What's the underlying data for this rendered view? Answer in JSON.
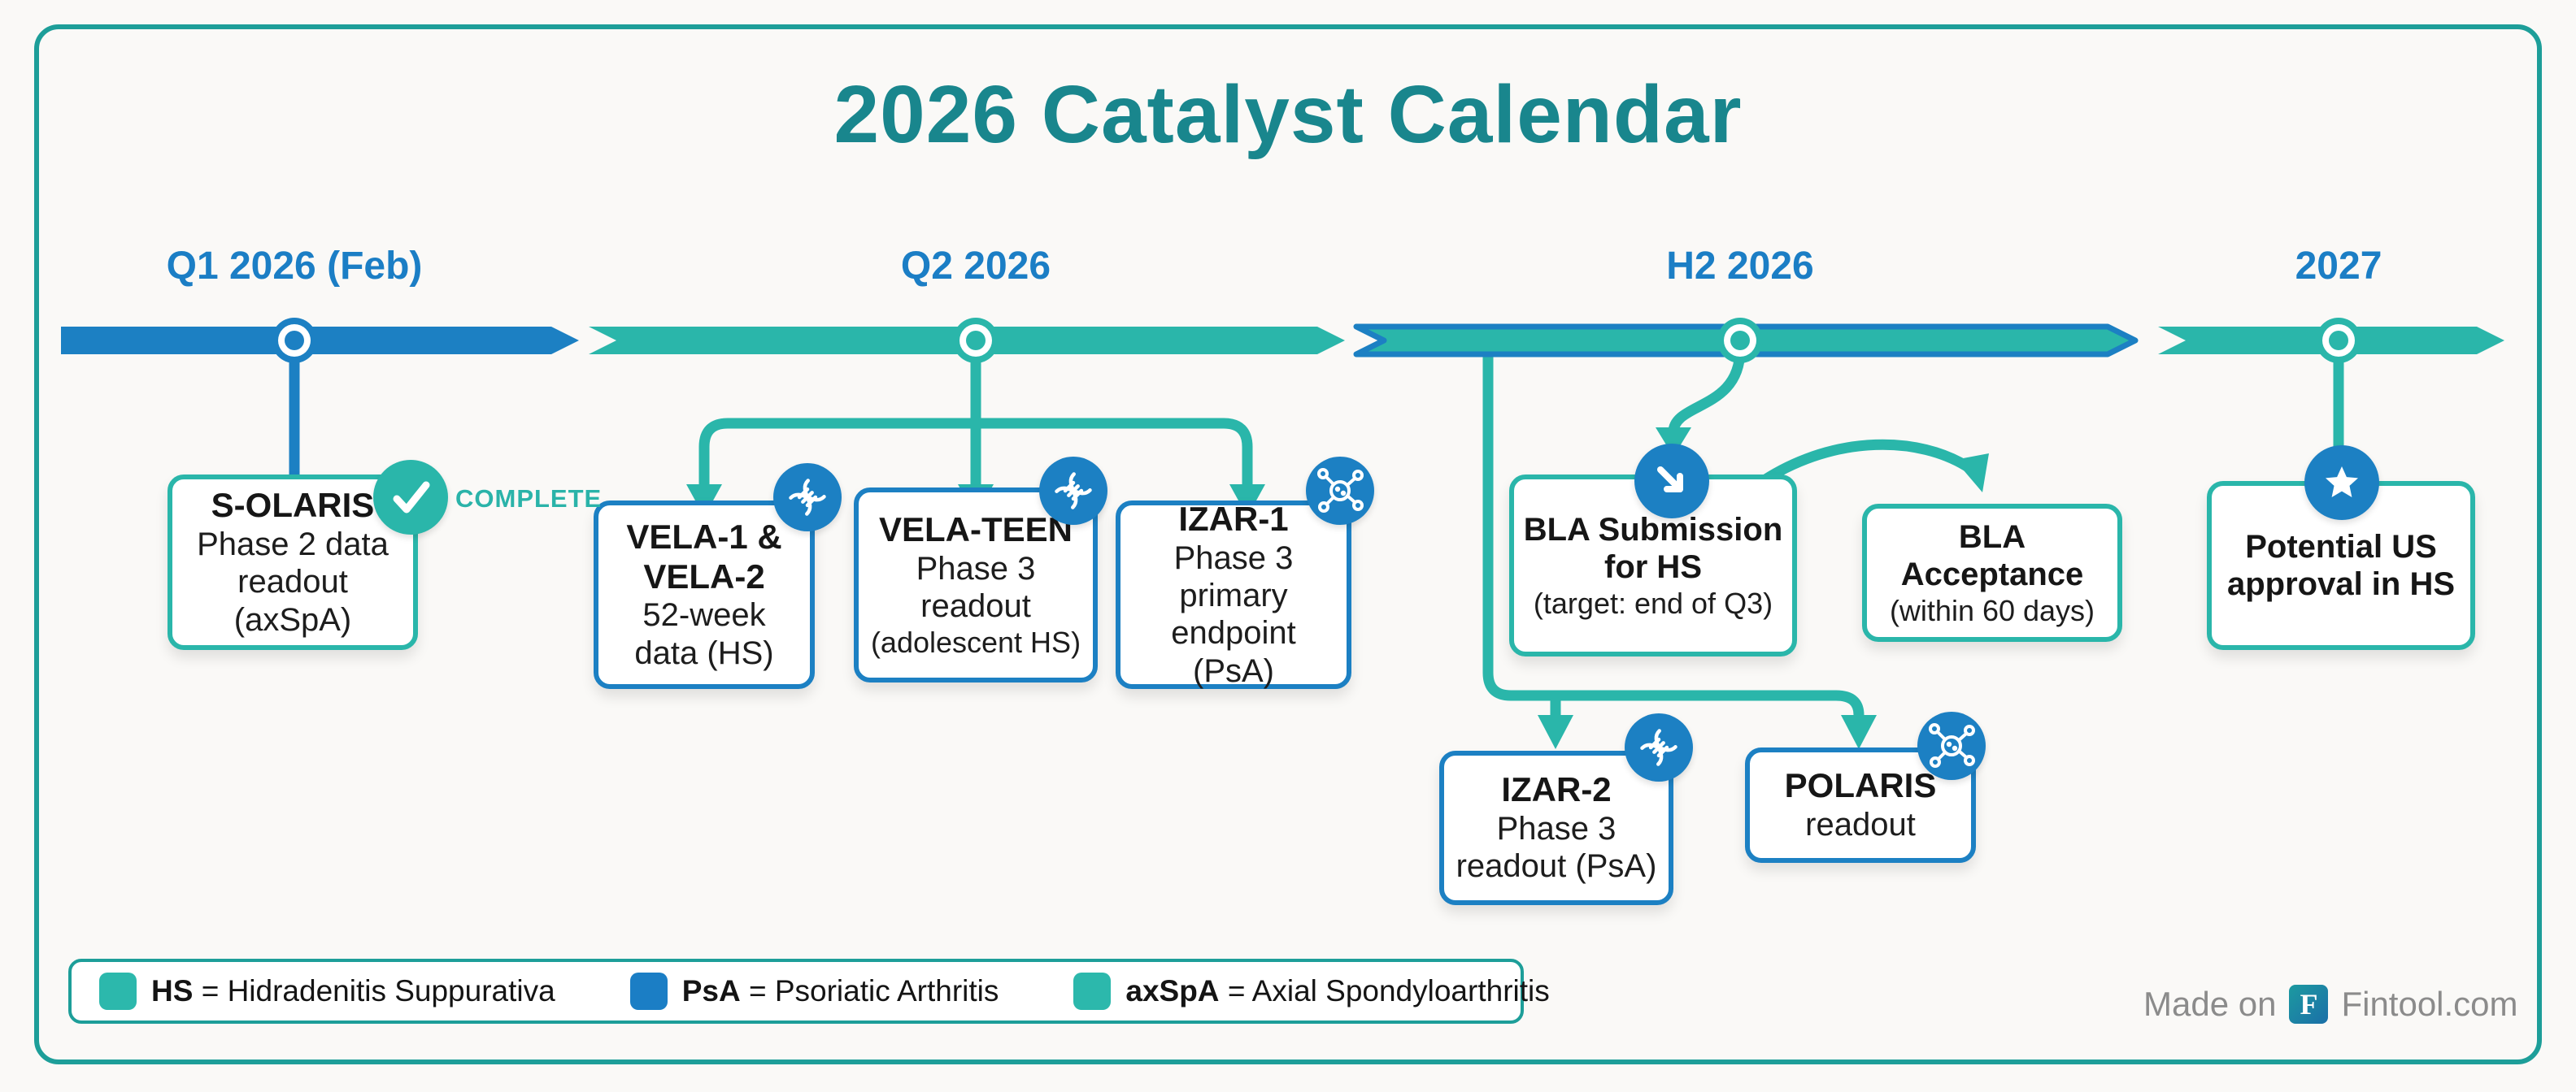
{
  "title": "2026 Catalyst Calendar",
  "timeline": {
    "periods": [
      {
        "label": "Q1 2026 (Feb)"
      },
      {
        "label": "Q2 2026"
      },
      {
        "label": "H2 2026"
      },
      {
        "label": "2027"
      }
    ]
  },
  "status": {
    "complete_label": "COMPLETE"
  },
  "cards": {
    "solaris": {
      "title_lines": [
        "S-OLARIS"
      ],
      "sub_lines": [
        "Phase 2 data",
        "readout",
        "(axSpA)"
      ],
      "badge": "check-complete"
    },
    "vela12": {
      "title_lines": [
        "VELA-1 &",
        "VELA-2"
      ],
      "sub_lines": [
        "52-week",
        "data (HS)"
      ],
      "badge": "dna"
    },
    "velateen": {
      "title_lines": [
        "VELA-TEEN"
      ],
      "sub_lines": [
        "Phase 3",
        "readout",
        "(adolescent HS)"
      ],
      "badge": "dna"
    },
    "izar1": {
      "title_lines": [
        "IZAR-1"
      ],
      "sub_lines": [
        "Phase 3",
        "primary",
        "endpoint (PsA)"
      ],
      "badge": "molecule"
    },
    "blasub": {
      "title_lines": [
        "BLA Submission",
        "for HS"
      ],
      "sub_lines": [
        "(target: end of Q3)"
      ],
      "badge": "submit-arrow"
    },
    "blaacc": {
      "title_lines": [
        "BLA",
        "Acceptance"
      ],
      "sub_lines": [
        "(within 60 days)"
      ],
      "badge": "none"
    },
    "izar2": {
      "title_lines": [
        "IZAR-2"
      ],
      "sub_lines": [
        "Phase 3",
        "readout (PsA)"
      ],
      "badge": "dna"
    },
    "polaris": {
      "title_lines": [
        "POLARIS"
      ],
      "sub_lines": [
        "readout"
      ],
      "badge": "molecule"
    },
    "approval": {
      "title_lines": [
        "Potential US",
        "approval in HS"
      ],
      "sub_lines": [],
      "badge": "star"
    }
  },
  "legend": {
    "separator": "=",
    "items": [
      {
        "abbr": "HS",
        "name": "Hidradenitis Suppurativa",
        "color": "#2cb8ac"
      },
      {
        "abbr": "PsA",
        "name": "Psoriatic Arthritis",
        "color": "#1b7ec5"
      },
      {
        "abbr": "axSpA",
        "name": "Axial Spondyloarthritis",
        "color": "#2cb8ac"
      }
    ]
  },
  "footer": {
    "made_on": "Made on",
    "logo_letter": "F",
    "brand": "Fintool.com"
  },
  "colors": {
    "teal": "#2ab6aa",
    "blue": "#1c80c3",
    "title_teal": "#19868d",
    "label_blue": "#1b7ec5",
    "frame_teal": "#1d9e99"
  }
}
